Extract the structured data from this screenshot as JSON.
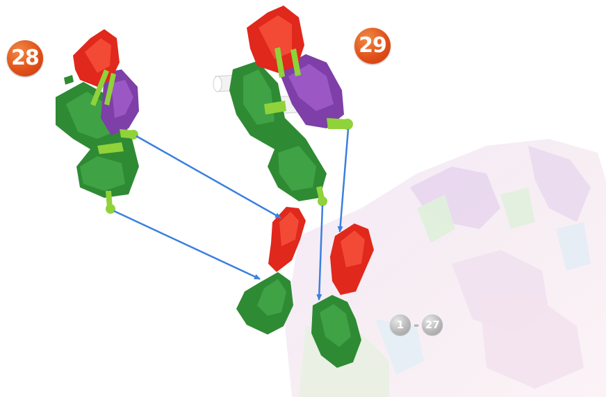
{
  "steps": [
    {
      "number": "28"
    },
    {
      "number": "29"
    }
  ],
  "reference": {
    "from": "1",
    "separator": "-",
    "to": "27"
  },
  "colors": {
    "step_badge": "#e2511a",
    "arrow": "#3a7fe0",
    "part_red": "#e0281c",
    "part_green": "#2f8a34",
    "part_purple": "#7e3fa8",
    "connector_lime": "#8fd23a",
    "connector_white": "#f2f2f2"
  },
  "icons": [
    "step-28-badge-icon",
    "step-29-badge-icon",
    "assembly-arrow-icon"
  ]
}
